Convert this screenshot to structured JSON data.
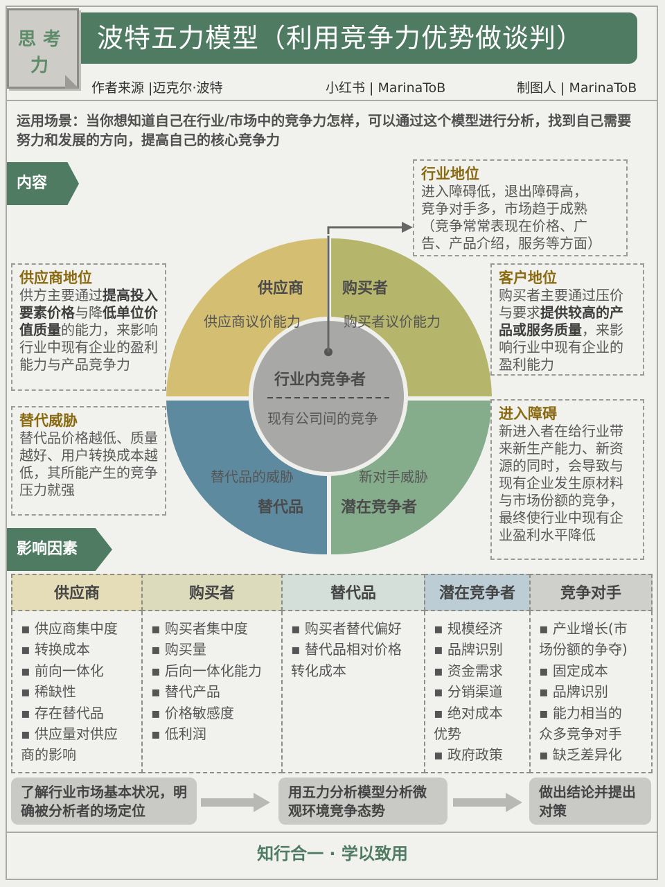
{
  "badge": {
    "text": "思考力"
  },
  "title": "波特五力模型（利用竞争力优势做谈判）",
  "meta": {
    "author": "作者来源 |迈克尔·波特",
    "platform": "小红书 | MarinaToB",
    "maker": "制图人 | MarinaToB"
  },
  "scenario": "运用场景：当你想知道自己在行业/市场中的竞争力怎样，可以通过这个模型进行分析，找到自己需要努力和发展的方向，提高自己的核心竞争力",
  "sections": {
    "content": "内容",
    "factors": "影响因素"
  },
  "colors": {
    "green_dark": "#4e7b62",
    "supplier": "#d4be72",
    "buyer": "#b5b56c",
    "substitute": "#5e8aa0",
    "entrant": "#85ad8c",
    "center": "#a8a8a6"
  },
  "model": {
    "center_top": "行业内竞争者",
    "center_bottom": "现有公司间的竞争",
    "supplier": {
      "label": "供应商",
      "sub": "供应商议价能力"
    },
    "buyer": {
      "label": "购买者",
      "sub": "购买者议价能力"
    },
    "substitute": {
      "label": "替代品",
      "sub": "替代品的威胁"
    },
    "entrant": {
      "label": "潜在竞争者",
      "sub": "新对手威胁"
    }
  },
  "boxes": {
    "industry": {
      "title": "行业地位",
      "lines": [
        "进入障碍低，退出障碍高，",
        "竞争对手多，市场趋于成熟",
        "（竞争常常表现在价格、广",
        "告、产品介绍，服务等方面）"
      ]
    },
    "supplier": {
      "title": "供应商地位",
      "text_a": "供方主要通过",
      "bold": "提高投入要素价格",
      "text_b": "与降",
      "bold2": "低单位价值质量",
      "text_c": "的能力，来影响行业中现有企业的盈利能力与产品竞争力"
    },
    "customer": {
      "title": "客户地位",
      "text_a": "购买者主要通过压价与要求",
      "bold": "提供较高的产品或服务质量",
      "text_b": "，来影响行业中现有企业的盈利能力"
    },
    "substitute": {
      "title": "替代威胁",
      "text": "替代品价格越低、质量越好、用户转换成本越低，其所能产生的竞争压力就强"
    },
    "entry": {
      "title": "进入障碍",
      "text": "新进入者在给行业带来新生产能力、新资源的同时，会导致与现有企业发生原材料与市场份额的竞争，最终使行业中现有企业盈利水平降低"
    }
  },
  "table": [
    {
      "head": "供应商",
      "items": [
        "▪ 供应商集中度",
        "▪ 转换成本",
        "▪ 前向一体化",
        "▪ 稀缺性",
        "▪ 存在替代品",
        "▪ 供应量对供应",
        "商的影响"
      ]
    },
    {
      "head": "购买者",
      "items": [
        "▪ 购买者集中度",
        "▪ 购买量",
        "▪ 后向一体化能力",
        "▪ 替代产品",
        "▪ 价格敏感度",
        "▪ 低利润"
      ]
    },
    {
      "head": "替代品",
      "items": [
        "▪ 购买者替代偏好",
        "▪ 替代品相对价格",
        "转化成本"
      ]
    },
    {
      "head": "潜在竞争者",
      "items": [
        "▪ 规模经济",
        "▪ 品牌识别",
        "▪ 资金需求",
        "▪ 分销渠道",
        "▪ 绝对成本",
        "优势",
        "▪ 政府政策"
      ]
    },
    {
      "head": "竞争对手",
      "items": [
        "▪ 产业增长(市",
        "场份额的争夺)",
        "▪ 固定成本",
        "▪ 品牌识别",
        "▪ 能力相当的",
        "众多竞争对手",
        "▪ 缺乏差异化"
      ]
    }
  ],
  "flow": [
    "了解行业市场基本状况，明确被分析者的场定位",
    "用五力分析模型分析微观环境竞争态势",
    "做出结论并提出对策"
  ],
  "footer": "知行合一 · 学以致用"
}
